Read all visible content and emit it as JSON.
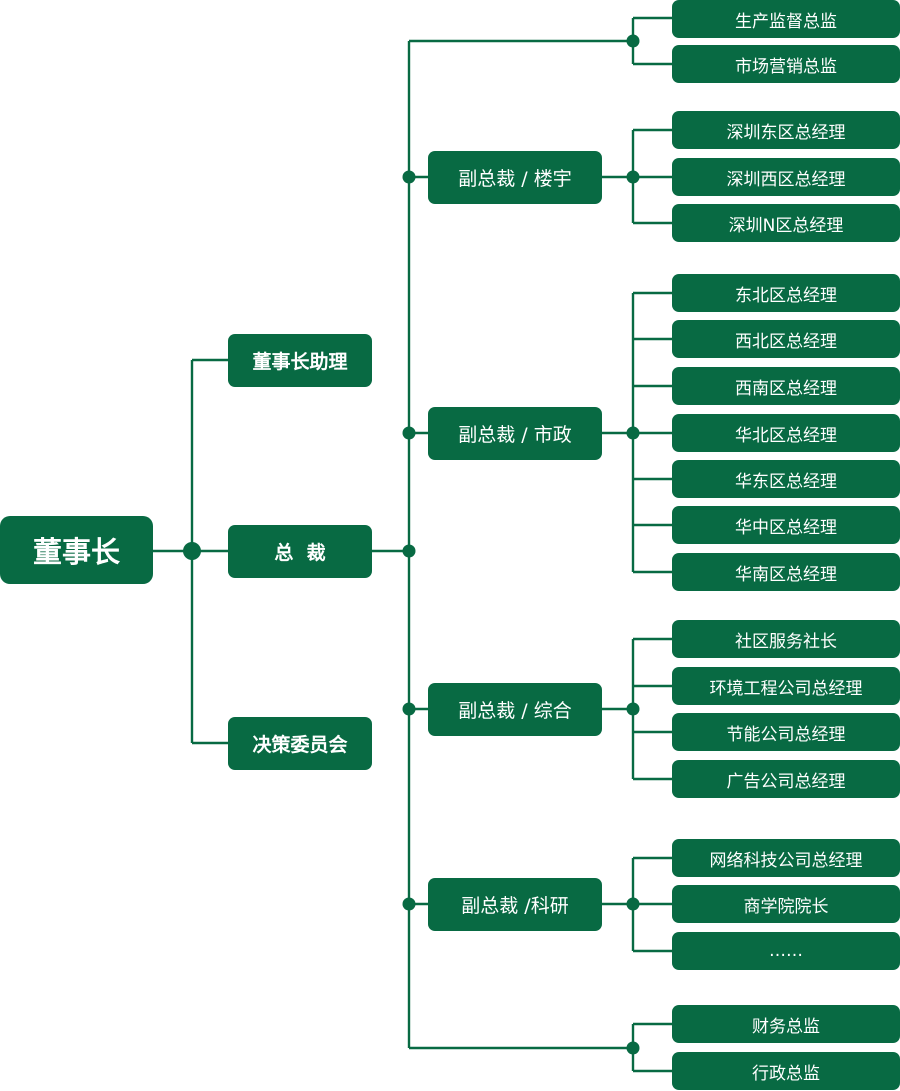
{
  "chairman": "董事长",
  "level1": {
    "assistant": "董事长助理",
    "president": "总  裁",
    "committee": "决策委员会"
  },
  "groups": {
    "direct_top": [
      "生产监督总监",
      "市场营销总监"
    ],
    "vp_building": {
      "title": "副总裁 / 楼宇",
      "members": [
        "深圳东区总经理",
        "深圳西区总经理",
        "深圳N区总经理"
      ]
    },
    "vp_municipal": {
      "title": "副总裁 / 市政",
      "members": [
        "东北区总经理",
        "西北区总经理",
        "西南区总经理",
        "华北区总经理",
        "华东区总经理",
        "华中区总经理",
        "华南区总经理"
      ]
    },
    "vp_general": {
      "title": "副总裁 / 综合",
      "members": [
        "社区服务社长",
        "环境工程公司总经理",
        "节能公司总经理",
        "广告公司总经理"
      ]
    },
    "vp_research": {
      "title": "副总裁 /科研",
      "members": [
        "网络科技公司总经理",
        "商学院院长",
        "……"
      ]
    },
    "direct_bottom": [
      "财务总监",
      "行政总监"
    ]
  },
  "colors": {
    "box": "#086a43",
    "line": "#086a43",
    "text": "#ffffff"
  }
}
